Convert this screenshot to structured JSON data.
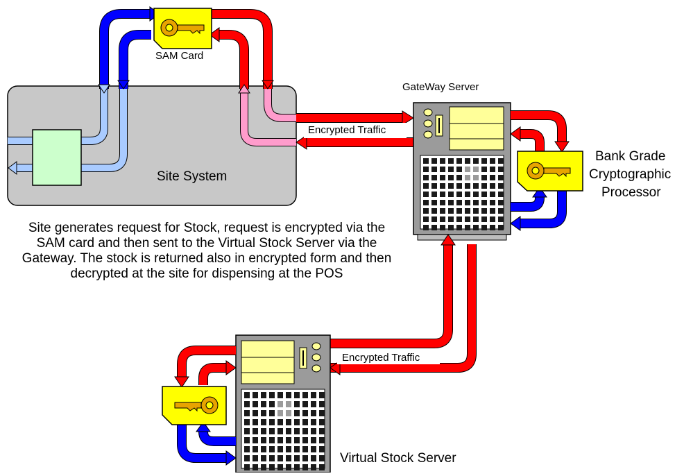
{
  "labels": {
    "sam_card": "SAM Card",
    "gateway_server": "GateWay Server",
    "bank_grade": "Bank Grade",
    "cryptographic": "Cryptographic",
    "processor": "Processor",
    "encrypted_traffic_top": "Encrypted Traffic",
    "encrypted_traffic_bottom": "Encrypted Traffic",
    "site_system": "Site System",
    "virtual_stock_server": "Virtual Stock Server"
  },
  "description": "Site generates request for Stock, request is encrypted via the SAM card and then sent to the Virtual Stock Server via the Gateway. The stock is returned also in encrypted form and then decrypted at the site for dispensing at the POS",
  "colors": {
    "red_arrow": "#ff0000",
    "blue_arrow": "#0000ff",
    "light_blue_arrow": "#a9cbff",
    "pink_arrow": "#ff9ccc",
    "site_box": "#c8c8c8",
    "terminal_box": "#ccffcc",
    "server_body": "#9b9b9b",
    "server_panel": "#ffff99",
    "key_card": "#ffff00",
    "key_glyph": "#e8a400",
    "grid_cell": "#1a1a1a"
  },
  "icons": [
    "key-icon",
    "server-icon",
    "arrow-icon"
  ]
}
